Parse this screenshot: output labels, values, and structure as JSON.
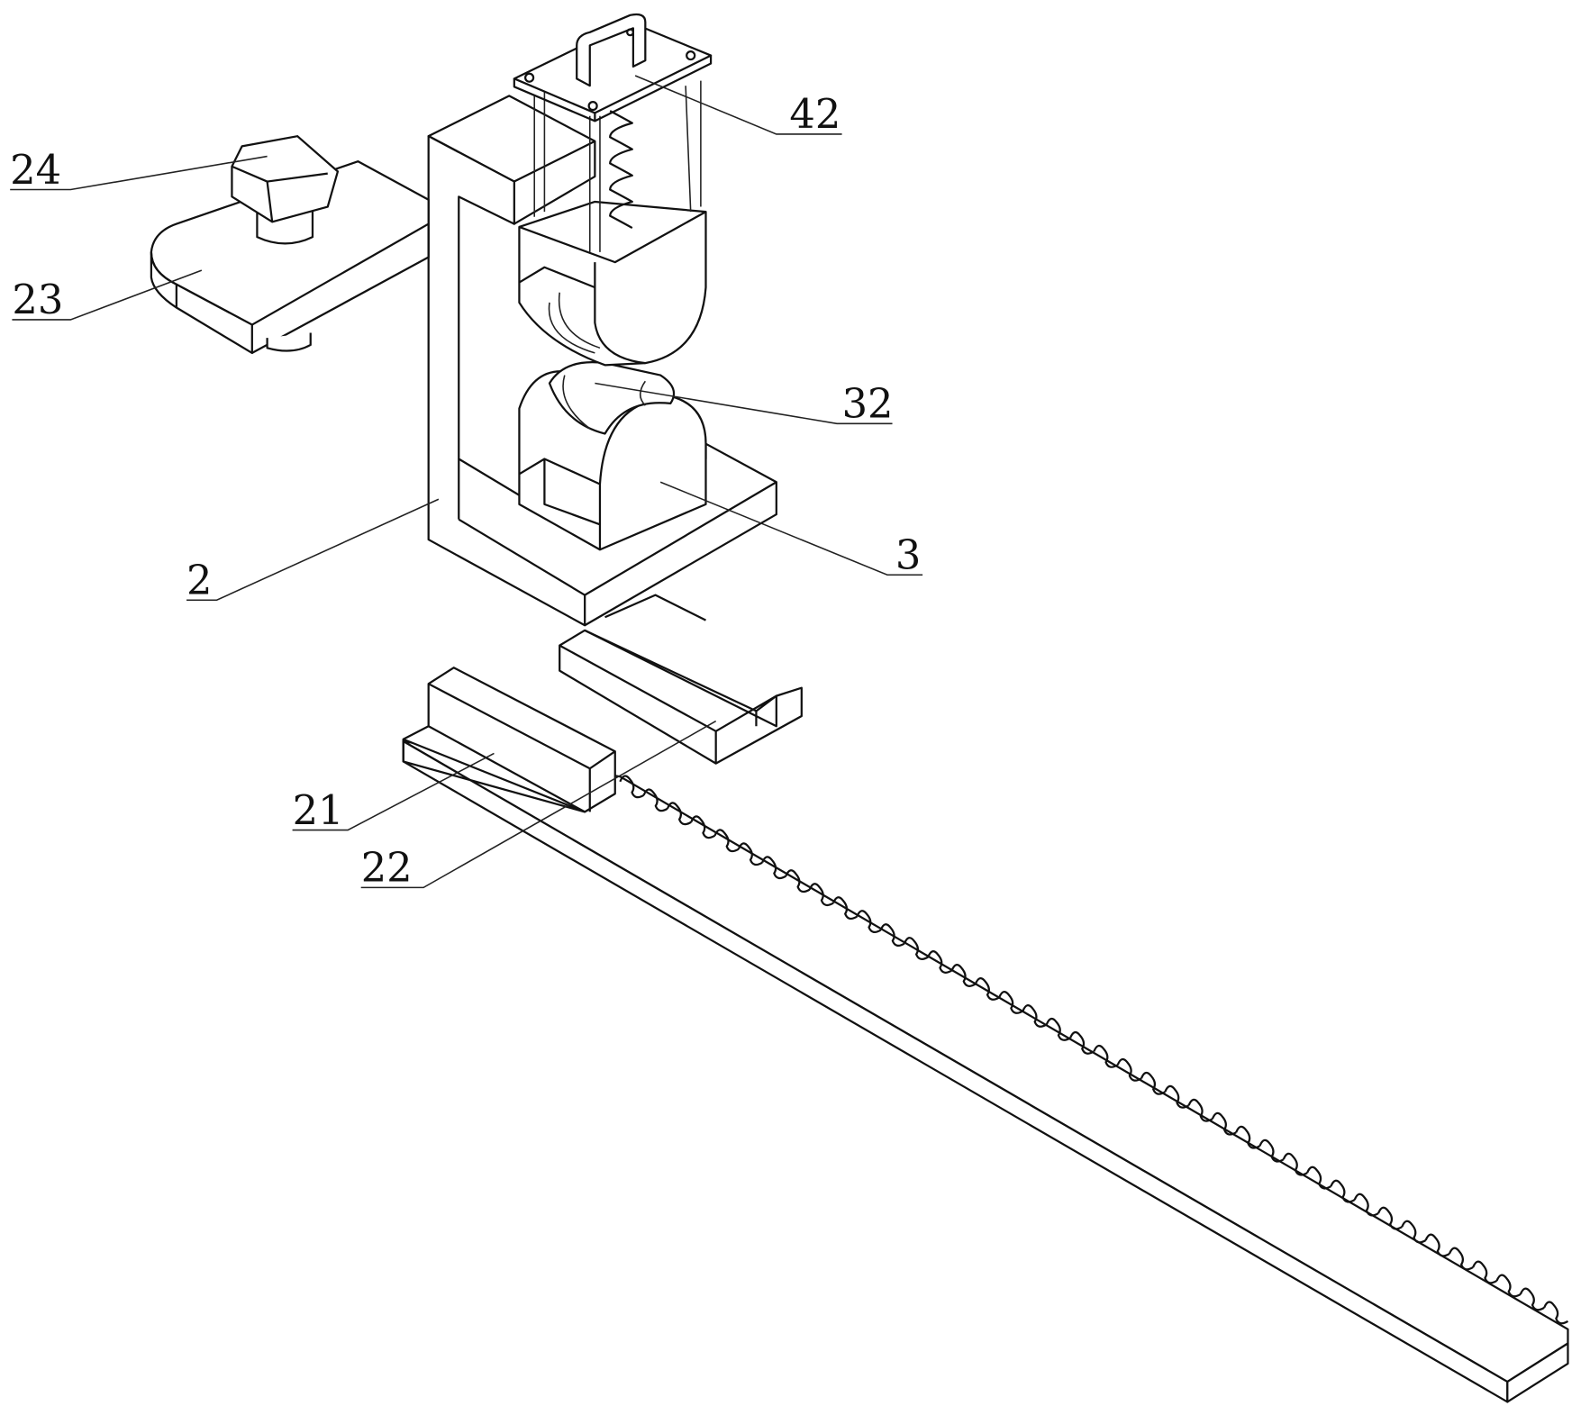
{
  "figure": {
    "labels": {
      "l42": "42",
      "l24": "24",
      "l23": "23",
      "l32": "32",
      "l3": "3",
      "l2": "2",
      "l21": "21",
      "l22": "22"
    },
    "rack_teeth_count": 40,
    "line_color": "#111111"
  }
}
